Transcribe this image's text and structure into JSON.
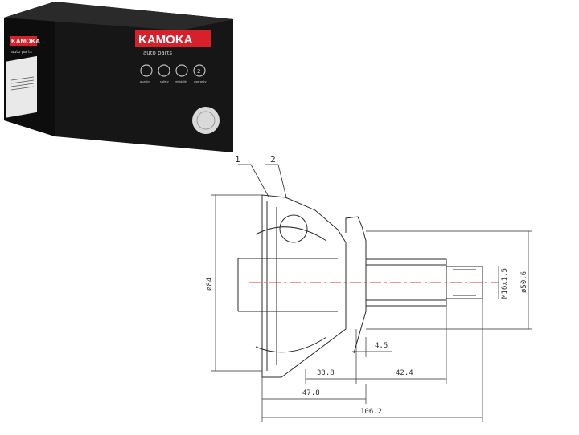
{
  "box": {
    "brand": "KAMOKA",
    "tagline": "auto parts",
    "side_brand": "KAMOKA",
    "side_tagline": "auto parts",
    "features": [
      "quality",
      "safety",
      "reliability",
      "warranty"
    ],
    "warranty_prefix": "2",
    "colors": {
      "box": "#141414",
      "box_side": "#0d0d0d",
      "red": "#d8202b",
      "label": "#e9e9e9"
    }
  },
  "drawing": {
    "labels": {
      "part1": "1",
      "part2": "2"
    },
    "dimensions": {
      "outer_diameter": "ø84",
      "thread": "M16x1.5",
      "shaft_diameter": "ø50.6",
      "d45": "4.5",
      "d338": "33.8",
      "d424": "42.4",
      "d478": "47.8",
      "d1062": "106.2"
    },
    "colors": {
      "line": "#2a2a2a",
      "red_centerline": "#d63a3a"
    }
  }
}
